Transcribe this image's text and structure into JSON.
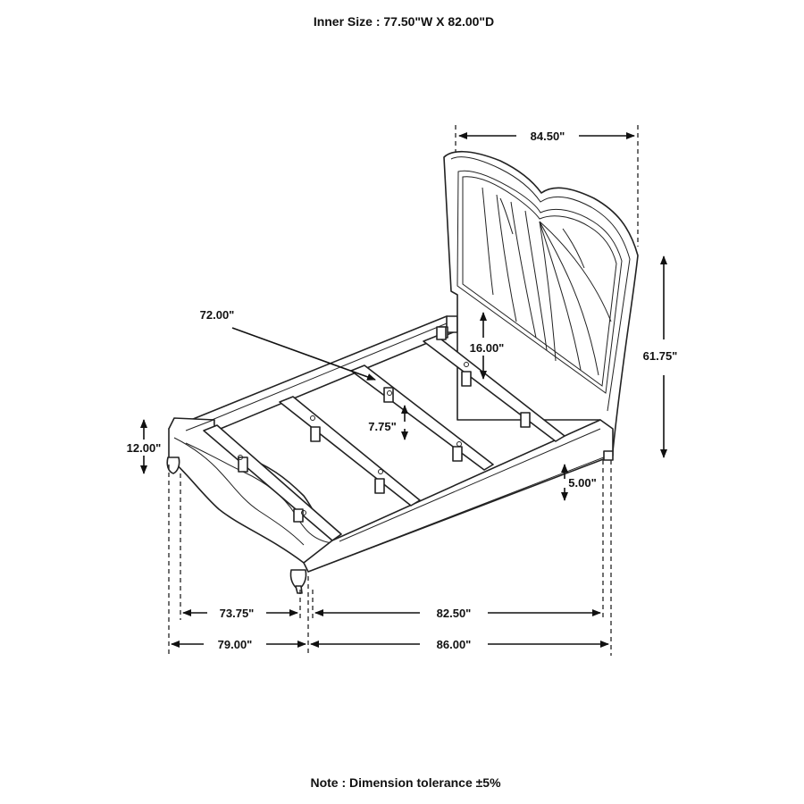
{
  "header": {
    "inner_size": "Inner Size : 77.50\"W X 82.00\"D"
  },
  "footer": {
    "note": "Note : Dimension tolerance ±5%"
  },
  "dimensions": {
    "headboard_width": "84.50\"",
    "total_height": "61.75\"",
    "rail_length": "72.00\"",
    "headboard_panel_gap": "16.00\"",
    "slat_height": "7.75\"",
    "frame_height": "12.00\"",
    "clearance": "5.00\"",
    "inner_width": "73.75\"",
    "inner_length": "82.50\"",
    "outer_width": "79.00\"",
    "outer_length": "86.00\""
  }
}
